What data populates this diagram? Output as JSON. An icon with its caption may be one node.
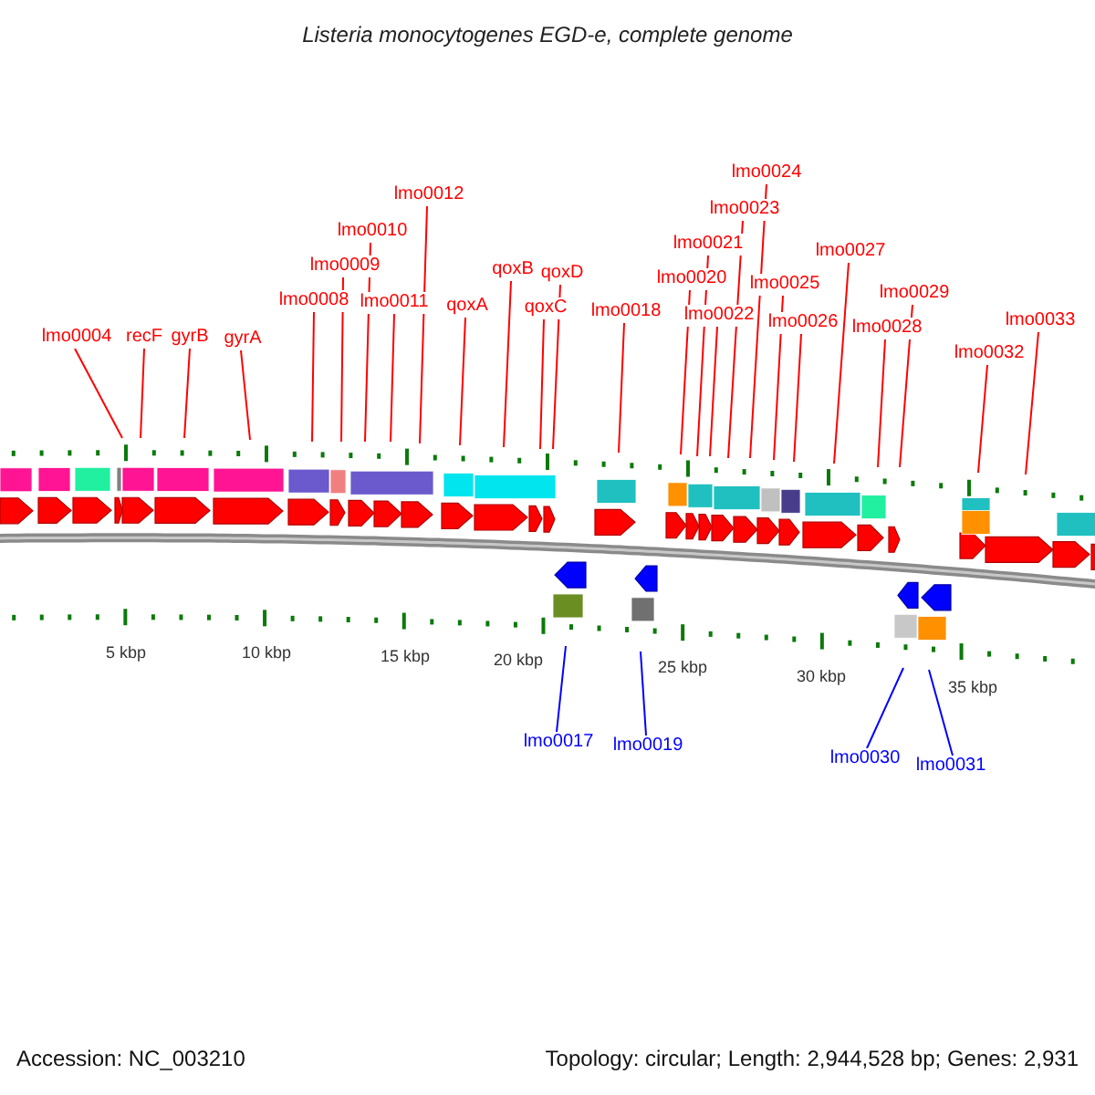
{
  "diagram": {
    "title": "Listeria monocytogenes EGD-e, complete genome",
    "nodes": [
      {
        "text": [
          "lmo0004"
        ]
      },
      {
        "text": [
          "recF"
        ]
      },
      {
        "text": [
          "gyrB"
        ]
      },
      {
        "text": [
          "gyrA"
        ]
      },
      {
        "text": [
          "lmo0008"
        ]
      },
      {
        "text": [
          "lmo0009"
        ]
      },
      {
        "text": [
          "lmo0010"
        ]
      },
      {
        "text": [
          "lmo0011"
        ]
      },
      {
        "text": [
          "lmo0012"
        ]
      },
      {
        "text": [
          "qoxA"
        ]
      },
      {
        "text": [
          "qoxB"
        ]
      },
      {
        "text": [
          "qoxC"
        ]
      },
      {
        "text": [
          "qoxD"
        ]
      },
      {
        "text": [
          "lmo0018"
        ]
      },
      {
        "text": [
          "lmo0020"
        ]
      },
      {
        "text": [
          "lmo0021"
        ]
      },
      {
        "text": [
          "lmo0022"
        ]
      },
      {
        "text": [
          "lmo0023"
        ]
      },
      {
        "text": [
          "lmo0024"
        ]
      },
      {
        "text": [
          "lmo0025"
        ]
      },
      {
        "text": [
          "lmo0026"
        ]
      },
      {
        "text": [
          "lmo0027"
        ]
      },
      {
        "text": [
          "lmo0028"
        ]
      },
      {
        "text": [
          "lmo0029"
        ]
      },
      {
        "text": [
          "lmo0032"
        ]
      },
      {
        "text": [
          "lmo0033"
        ]
      },
      {
        "text": [
          "lmo0017"
        ]
      },
      {
        "text": [
          "lmo0019"
        ]
      },
      {
        "text": [
          "lmo0030"
        ]
      },
      {
        "text": [
          "lmo0031"
        ]
      }
    ],
    "edges": [
      {
        "from": 0,
        "to": null,
        "arrow": "none"
      },
      {
        "from": 1,
        "to": null,
        "arrow": "none"
      },
      {
        "from": 2,
        "to": null,
        "arrow": "none"
      },
      {
        "from": 3,
        "to": null,
        "arrow": "none"
      },
      {
        "from": 4,
        "to": null,
        "arrow": "none"
      },
      {
        "from": 5,
        "to": null,
        "arrow": "none"
      },
      {
        "from": 6,
        "to": null,
        "arrow": "none"
      },
      {
        "from": 7,
        "to": null,
        "arrow": "none"
      },
      {
        "from": 8,
        "to": null,
        "arrow": "none"
      },
      {
        "from": 9,
        "to": null,
        "arrow": "none"
      },
      {
        "from": 10,
        "to": null,
        "arrow": "none"
      },
      {
        "from": 11,
        "to": null,
        "arrow": "none"
      },
      {
        "from": 12,
        "to": null,
        "arrow": "none"
      },
      {
        "from": 13,
        "to": null,
        "arrow": "none"
      },
      {
        "from": 14,
        "to": null,
        "arrow": "none"
      },
      {
        "from": 15,
        "to": null,
        "arrow": "none"
      },
      {
        "from": 16,
        "to": null,
        "arrow": "none"
      },
      {
        "from": 17,
        "to": null,
        "arrow": "none"
      },
      {
        "from": 18,
        "to": null,
        "arrow": "none"
      },
      {
        "from": 19,
        "to": null,
        "arrow": "none"
      },
      {
        "from": 20,
        "to": null,
        "arrow": "none"
      },
      {
        "from": 21,
        "to": null,
        "arrow": "none"
      },
      {
        "from": 22,
        "to": null,
        "arrow": "none"
      },
      {
        "from": 23,
        "to": null,
        "arrow": "none"
      },
      {
        "from": 24,
        "to": null,
        "arrow": "none"
      },
      {
        "from": 25,
        "to": null,
        "arrow": "none"
      },
      {
        "from": 26,
        "to": null,
        "arrow": "none",
        "color": "#0000ff"
      },
      {
        "from": 27,
        "to": null,
        "arrow": "none",
        "color": "#0000ff"
      },
      {
        "from": 28,
        "to": null,
        "arrow": "none",
        "color": "#0000ff"
      },
      {
        "from": 29,
        "to": null,
        "arrow": "none",
        "color": "#0000ff"
      }
    ],
    "labels": [
      "5 kbp",
      "10 kbp",
      "15 kbp",
      "20 kbp",
      "25 kbp",
      "30 kbp",
      "35 kbp",
      "Accession: NC_003210",
      "Topology: circular; Length: 2,944,528 bp; Genes: 2,931"
    ]
  }
}
